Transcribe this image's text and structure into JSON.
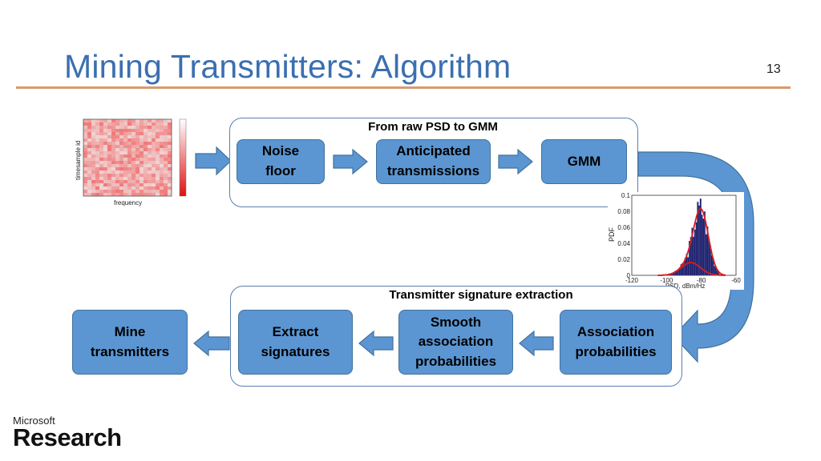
{
  "slide": {
    "title": "Mining Transmitters: Algorithm",
    "number": "13"
  },
  "top_group": {
    "title": "From raw PSD to GMM",
    "boxes": [
      "Noise\nfloor",
      "Anticipated\ntransmissions",
      "GMM"
    ]
  },
  "bottom_group": {
    "title": "Transmitter signature extraction",
    "boxes": [
      "Association\nprobabilities",
      "Smooth\nassociation\nprobabilities",
      "Extract\nsignatures"
    ]
  },
  "output_box": "Mine\ntransmitters",
  "heatmap": {
    "ylabel": "timesample id",
    "xlabel": "frequency"
  },
  "pdf_plot": {
    "ylabel": "PDF",
    "xlabel": "PSD, dBm/Hz",
    "yticks": [
      "0",
      "0.02",
      "0.04",
      "0.06",
      "0.08",
      "0.1"
    ],
    "xticks": [
      "-120",
      "-100",
      "-80",
      "-60"
    ]
  },
  "logo": {
    "company": "Microsoft",
    "division": "Research"
  },
  "colors": {
    "box_fill": "#5b96d2",
    "box_border": "#41719c",
    "title": "#3b6fb0",
    "rule": "#d99a6c",
    "curve": "#d61f1f",
    "bars": "#1b1f6b"
  }
}
